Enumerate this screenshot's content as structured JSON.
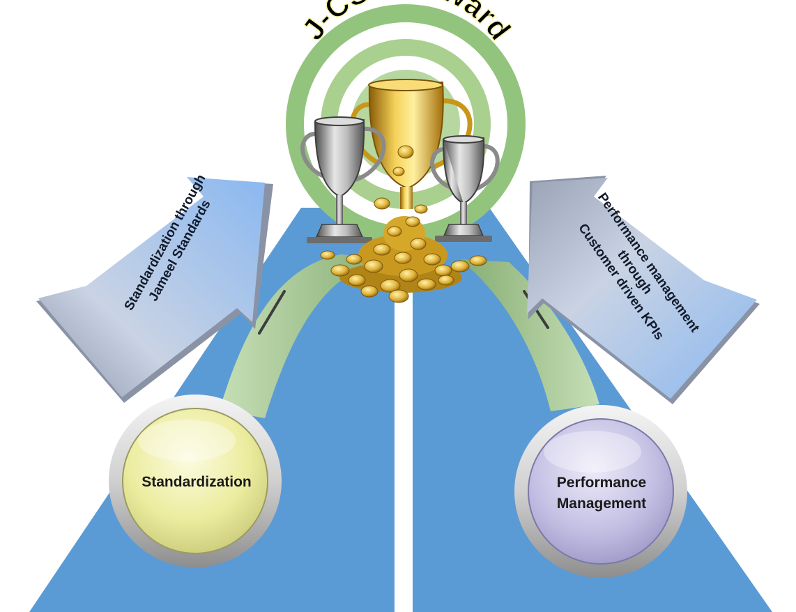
{
  "award": {
    "title": "J-CSEA Award"
  },
  "left_pillar": {
    "circle_label": "Standardization",
    "arrow_text_line1": "Standardization through",
    "arrow_text_line2": "Jameel Standards"
  },
  "right_pillar": {
    "circle_label_line1": "Performance",
    "circle_label_line2": "Management",
    "arrow_text_line1": "Performance management",
    "arrow_text_line2": "through",
    "arrow_text_line3": "Customer driven KPIs"
  },
  "colors": {
    "background": "#ffffff",
    "road_blue": "#5b9bd5",
    "ring_green": "#93c47d",
    "path_green": "#a9cd95",
    "left_circle_fill": "#eeeeb0",
    "right_circle_fill": "#c9c6e6",
    "arrow_fill": "#b5cbec",
    "gold": "#d4a21c",
    "silver": "#a8a8a8"
  }
}
